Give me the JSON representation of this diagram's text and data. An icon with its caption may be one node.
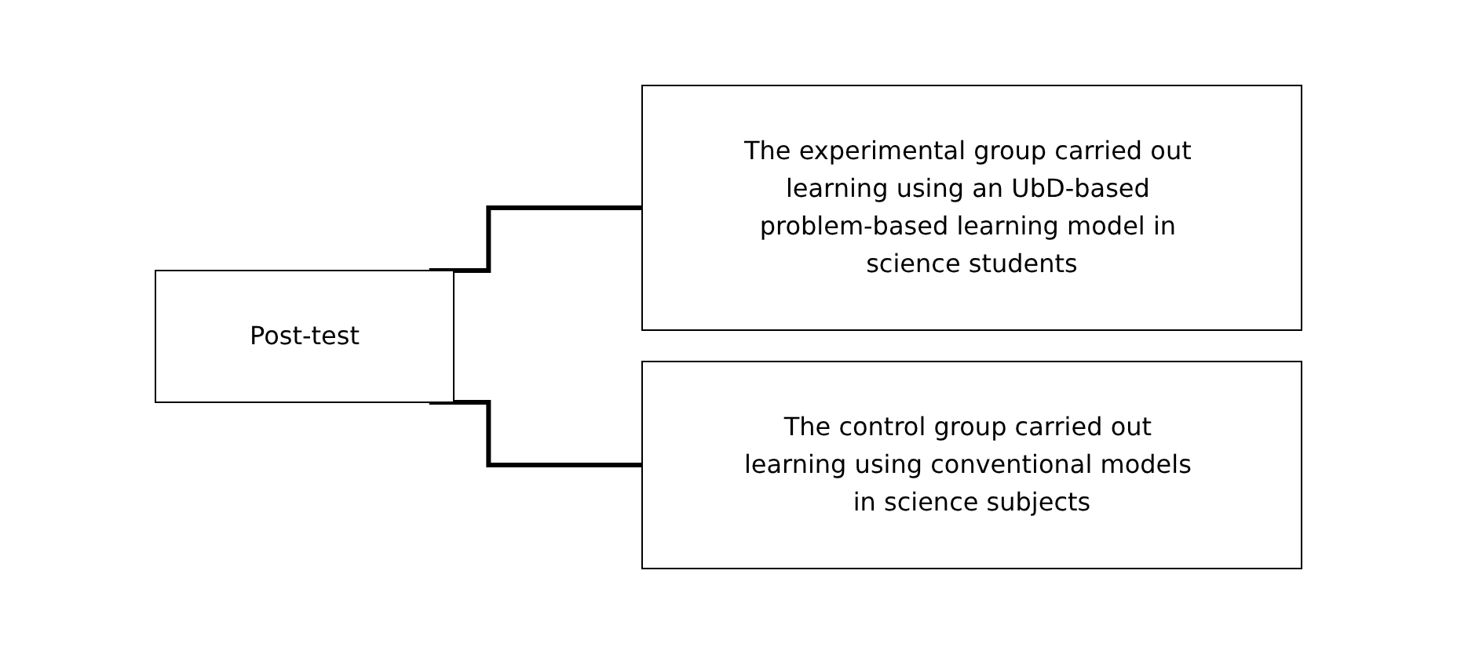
{
  "diagram": {
    "nodes": [
      {
        "text": [
          "Post-test"
        ]
      },
      {
        "text": [
          "The experimental group carried out learning using an UbD-based problem-based learning model in science students"
        ]
      },
      {
        "text": [
          "The control group carried out learning using conventional models in science subjects"
        ]
      }
    ],
    "edges": [
      {
        "from": 0,
        "to": 1,
        "arrow": "none"
      },
      {
        "from": 0,
        "to": 2,
        "arrow": "none"
      }
    ]
  }
}
